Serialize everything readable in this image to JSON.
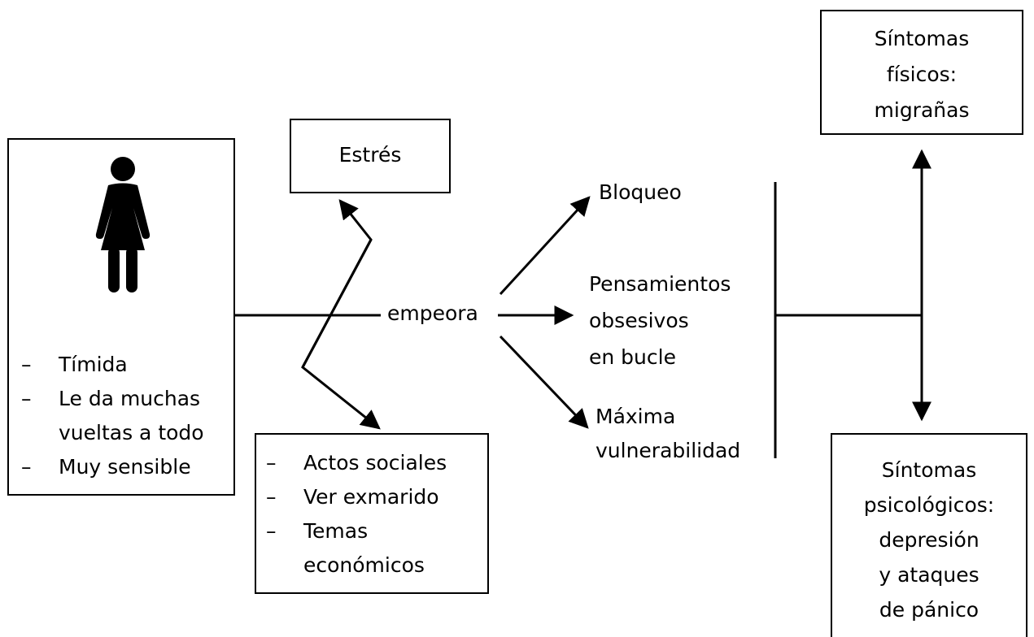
{
  "person": {
    "traits": [
      "Tímida",
      "Le da muchas\nvueltas a todo",
      "Muy sensible"
    ]
  },
  "stress_box": {
    "label": "Estrés"
  },
  "triggers": [
    "Actos sociales",
    "Ver exmarido",
    "Temas\neconómicos"
  ],
  "center_label": "empeora",
  "effects": {
    "bloqueo": "Bloqueo",
    "pensamientos": [
      "Pensamientos",
      "obsesivos",
      "en bucle"
    ],
    "maxima": [
      "Máxima",
      "vulnerabilidad"
    ]
  },
  "physical_box": {
    "lines": [
      "Síntomas",
      "físicos:",
      "migrañas"
    ]
  },
  "psych_box": {
    "lines": [
      "Síntomas",
      "psicológicos:",
      "depresión",
      "y ataques",
      "de pánico"
    ]
  }
}
